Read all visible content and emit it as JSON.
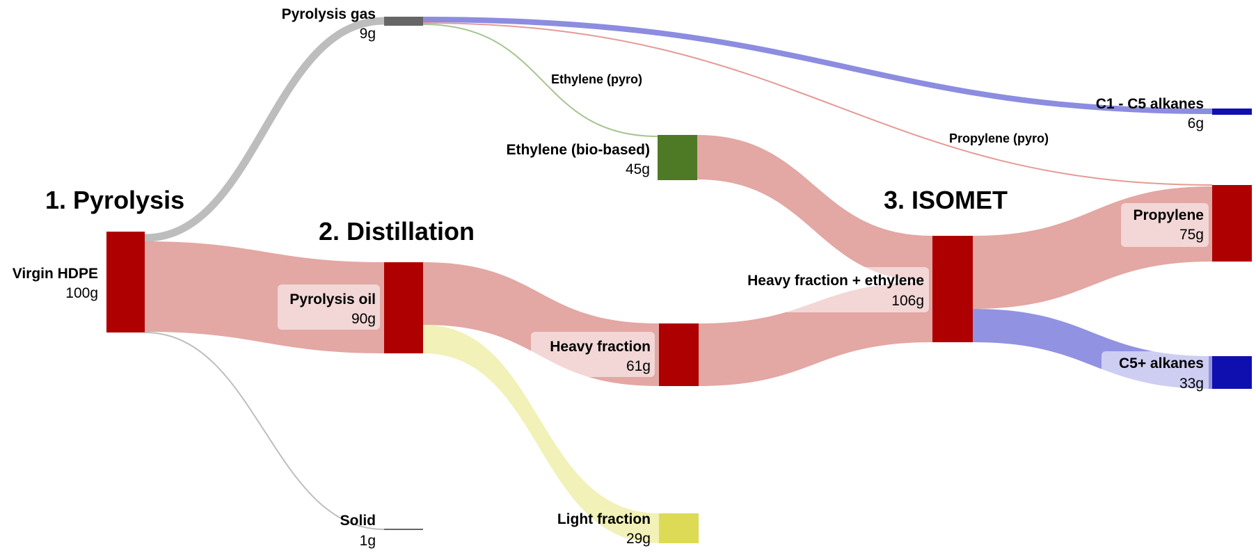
{
  "stages": {
    "pyrolysis": "1. Pyrolysis",
    "distillation": "2. Distillation",
    "isomet": "3. ISOMET"
  },
  "nodes": {
    "virgin_hdpe": {
      "name": "Virgin HDPE",
      "value": "100g"
    },
    "pyrolysis_gas": {
      "name": "Pyrolysis gas",
      "value": "9g"
    },
    "solid": {
      "name": "Solid",
      "value": "1g"
    },
    "pyrolysis_oil": {
      "name": "Pyrolysis oil",
      "value": "90g"
    },
    "ethylene_bio": {
      "name": "Ethylene (bio-based)",
      "value": "45g"
    },
    "heavy_fraction": {
      "name": "Heavy fraction",
      "value": "61g"
    },
    "light_fraction": {
      "name": "Light fraction",
      "value": "29g"
    },
    "isomet_feed": {
      "name": "Heavy fraction + ethylene",
      "value": "106g"
    },
    "c1_c5": {
      "name": "C1 - C5 alkanes",
      "value": "6g"
    },
    "propylene": {
      "name": "Propylene",
      "value": "75g"
    },
    "c5_plus": {
      "name": "C5+ alkanes",
      "value": "33g"
    }
  },
  "flow_labels": {
    "ethylene_pyro": "Ethylene (pyro)",
    "propylene_pyro": "Propylene (pyro)"
  },
  "colors": {
    "node_red": "#ae0000",
    "node_gray": "#666666",
    "node_green": "#4e7a25",
    "node_yellow": "#dddb55",
    "node_blue": "#0f0fb0",
    "flow_red": "#de9894",
    "flow_gray": "#bdbdbd",
    "flow_yellow": "#f0f0b0",
    "flow_blue": "#8c8ce0",
    "flow_green": "#a6c58e",
    "flow_propylene_pyro": "#e49a97"
  }
}
